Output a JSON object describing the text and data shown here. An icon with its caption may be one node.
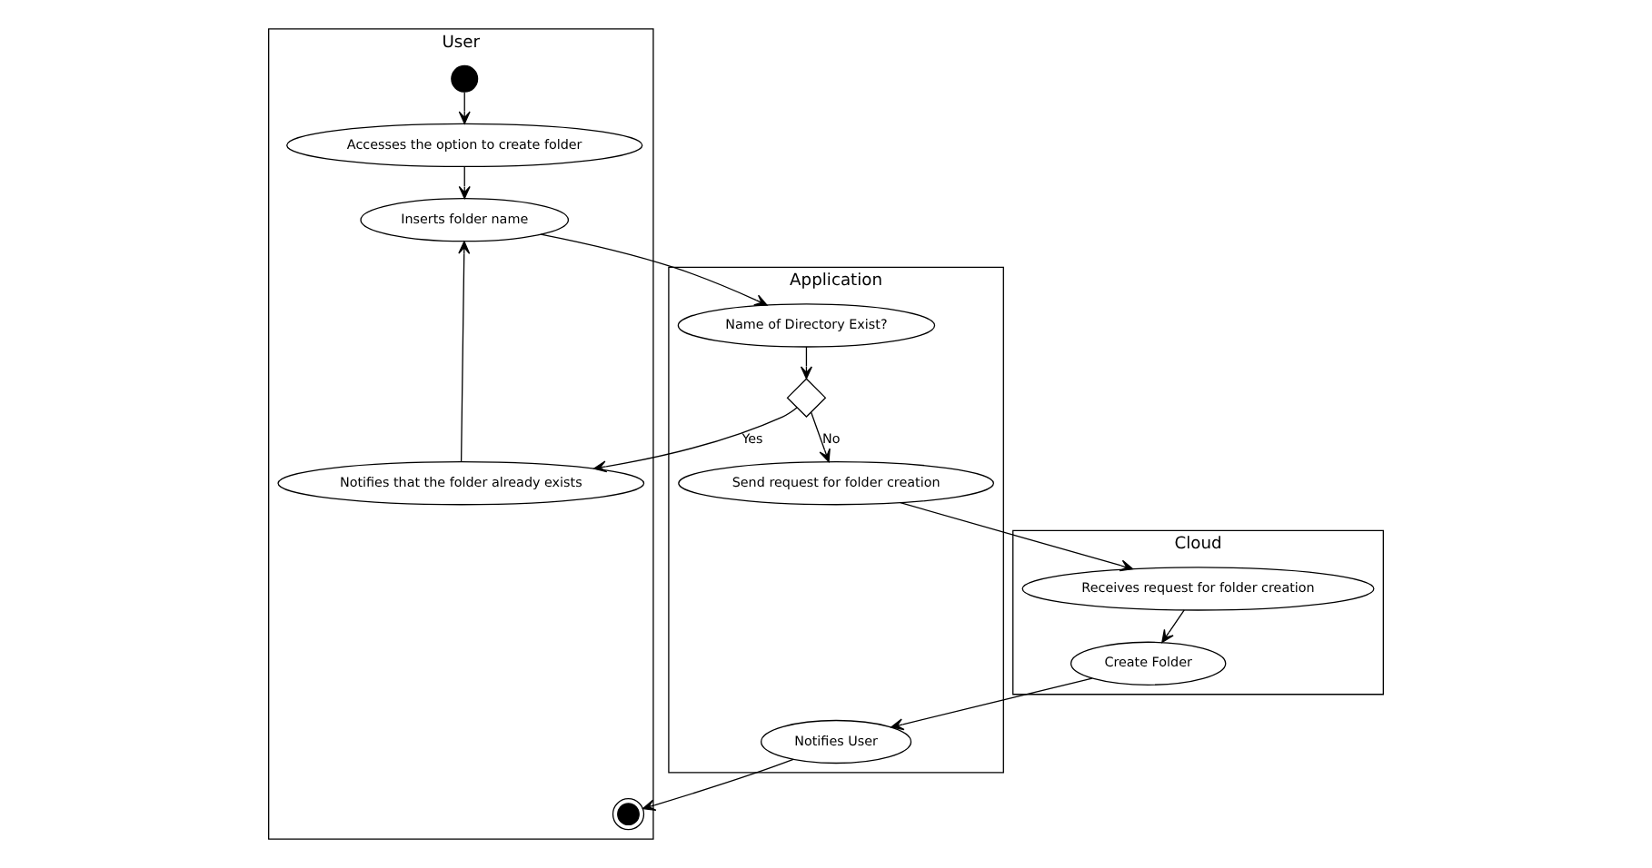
{
  "diagram": {
    "nodes": [
      {
        "text": [
          "User"
        ]
      },
      {
        "text": [
          "Application"
        ]
      },
      {
        "text": [
          "Cloud"
        ]
      },
      {
        "text": [],
        "shape": "circle",
        "in": 0
      },
      {
        "text": [
          "Accesses the option to create folder"
        ],
        "in": 0
      },
      {
        "text": [
          "Inserts folder name"
        ],
        "in": 0
      },
      {
        "text": [
          "Notifies that the folder already exists"
        ],
        "in": 0
      },
      {
        "text": [],
        "shape": "bullseye",
        "in": 0
      },
      {
        "text": [
          "Name of Directory Exist?"
        ],
        "in": 1
      },
      {
        "text": [],
        "shape": "diamond",
        "in": 1
      },
      {
        "text": [
          "Send request for folder creation"
        ],
        "in": 1
      },
      {
        "text": [
          "Notifies User"
        ],
        "in": 1
      },
      {
        "text": [
          "Receives request for folder creation"
        ],
        "in": 2
      },
      {
        "text": [
          "Create Folder"
        ],
        "in": 2
      }
    ],
    "edges": [
      {
        "from": 3,
        "to": 4,
        "arrow": "to"
      },
      {
        "from": 4,
        "to": 5,
        "arrow": "to"
      },
      {
        "from": 5,
        "to": 8,
        "arrow": "to"
      },
      {
        "from": 8,
        "to": 9,
        "arrow": "to"
      },
      {
        "from": 9,
        "to": 6,
        "arrow": "to",
        "label": "Yes"
      },
      {
        "from": 9,
        "to": 10,
        "arrow": "to",
        "label": "No"
      },
      {
        "from": 6,
        "to": 5,
        "arrow": "to"
      },
      {
        "from": 10,
        "to": 12,
        "arrow": "to"
      },
      {
        "from": 12,
        "to": 13,
        "arrow": "to"
      },
      {
        "from": 13,
        "to": 11,
        "arrow": "to"
      },
      {
        "from": 11,
        "to": 7,
        "arrow": "to"
      }
    ]
  }
}
